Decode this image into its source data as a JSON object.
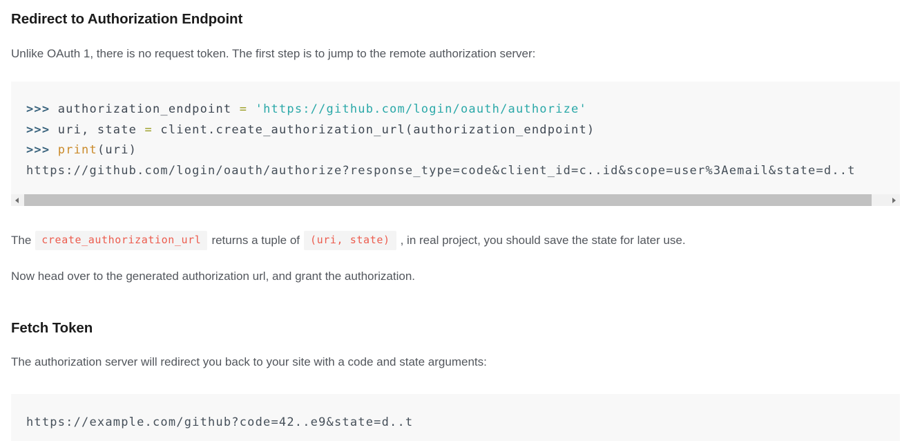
{
  "sections": {
    "redirect": {
      "heading": "Redirect to Authorization Endpoint",
      "intro": "Unlike OAuth 1, there is no request token. The first step is to jump to the remote authorization server:"
    },
    "fetch": {
      "heading": "Fetch Token",
      "intro": "The authorization server will redirect you back to your site with a code and state arguments:"
    }
  },
  "code1": {
    "lines": [
      {
        "tokens": [
          {
            "type": "prompt",
            "text": ">>> "
          },
          {
            "type": "plain",
            "text": "authorization_endpoint "
          },
          {
            "type": "op",
            "text": "= "
          },
          {
            "type": "str",
            "text": "'https://github.com/login/oauth/authorize'"
          }
        ]
      },
      {
        "tokens": [
          {
            "type": "prompt",
            "text": ">>> "
          },
          {
            "type": "plain",
            "text": "uri, state "
          },
          {
            "type": "op",
            "text": "= "
          },
          {
            "type": "plain",
            "text": "client.create_authorization_url(authorization_endpoint)"
          }
        ]
      },
      {
        "tokens": [
          {
            "type": "prompt",
            "text": ">>> "
          },
          {
            "type": "builtin",
            "text": "print"
          },
          {
            "type": "plain",
            "text": "(uri)"
          }
        ]
      },
      {
        "tokens": [
          {
            "type": "output",
            "text": "https://github.com/login/oauth/authorize?response_type=code&client_id=c..id&scope=user%3Aemail&state=d..t"
          }
        ]
      }
    ],
    "scrollbar": {
      "left_arrow": "left-arrow",
      "right_arrow": "right-arrow"
    }
  },
  "tuple_para": {
    "text1": "The",
    "chip1": "create_authorization_url",
    "text2": "returns a tuple of",
    "chip2": "(uri, state)",
    "text3": ", in real project, you should save the state for later use."
  },
  "nowhead_para": "Now head over to the generated authorization url, and grant the authorization.",
  "code2": {
    "line": "https://example.com/github?code=42..e9&state=d..t"
  },
  "colors": {
    "code_background": "#f8f8f8",
    "prompt": "#38627c",
    "operator": "#9a9d22",
    "string": "#2aa8a8",
    "builtin": "#ca8a2a",
    "inline_code": "#ec5b4d",
    "scroll_thumb": "#c1c1c1",
    "scroll_track": "#f1f1f1"
  }
}
